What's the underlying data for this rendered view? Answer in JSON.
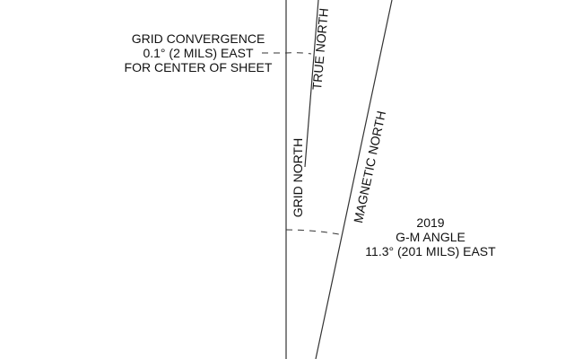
{
  "declination_diagram": {
    "lines": {
      "grid_north_label": "GRID NORTH",
      "true_north_label": "TRUE NORTH",
      "magnetic_north_label": "MAGNETIC NORTH"
    },
    "grid_convergence": {
      "line1": "GRID CONVERGENCE",
      "line2": "0.1° (2 MILS) EAST",
      "line3": "FOR CENTER OF SHEET"
    },
    "gm_angle": {
      "line1": "2019",
      "line2": "G-M ANGLE",
      "line3": "11.3° (201 MILS) EAST"
    }
  }
}
